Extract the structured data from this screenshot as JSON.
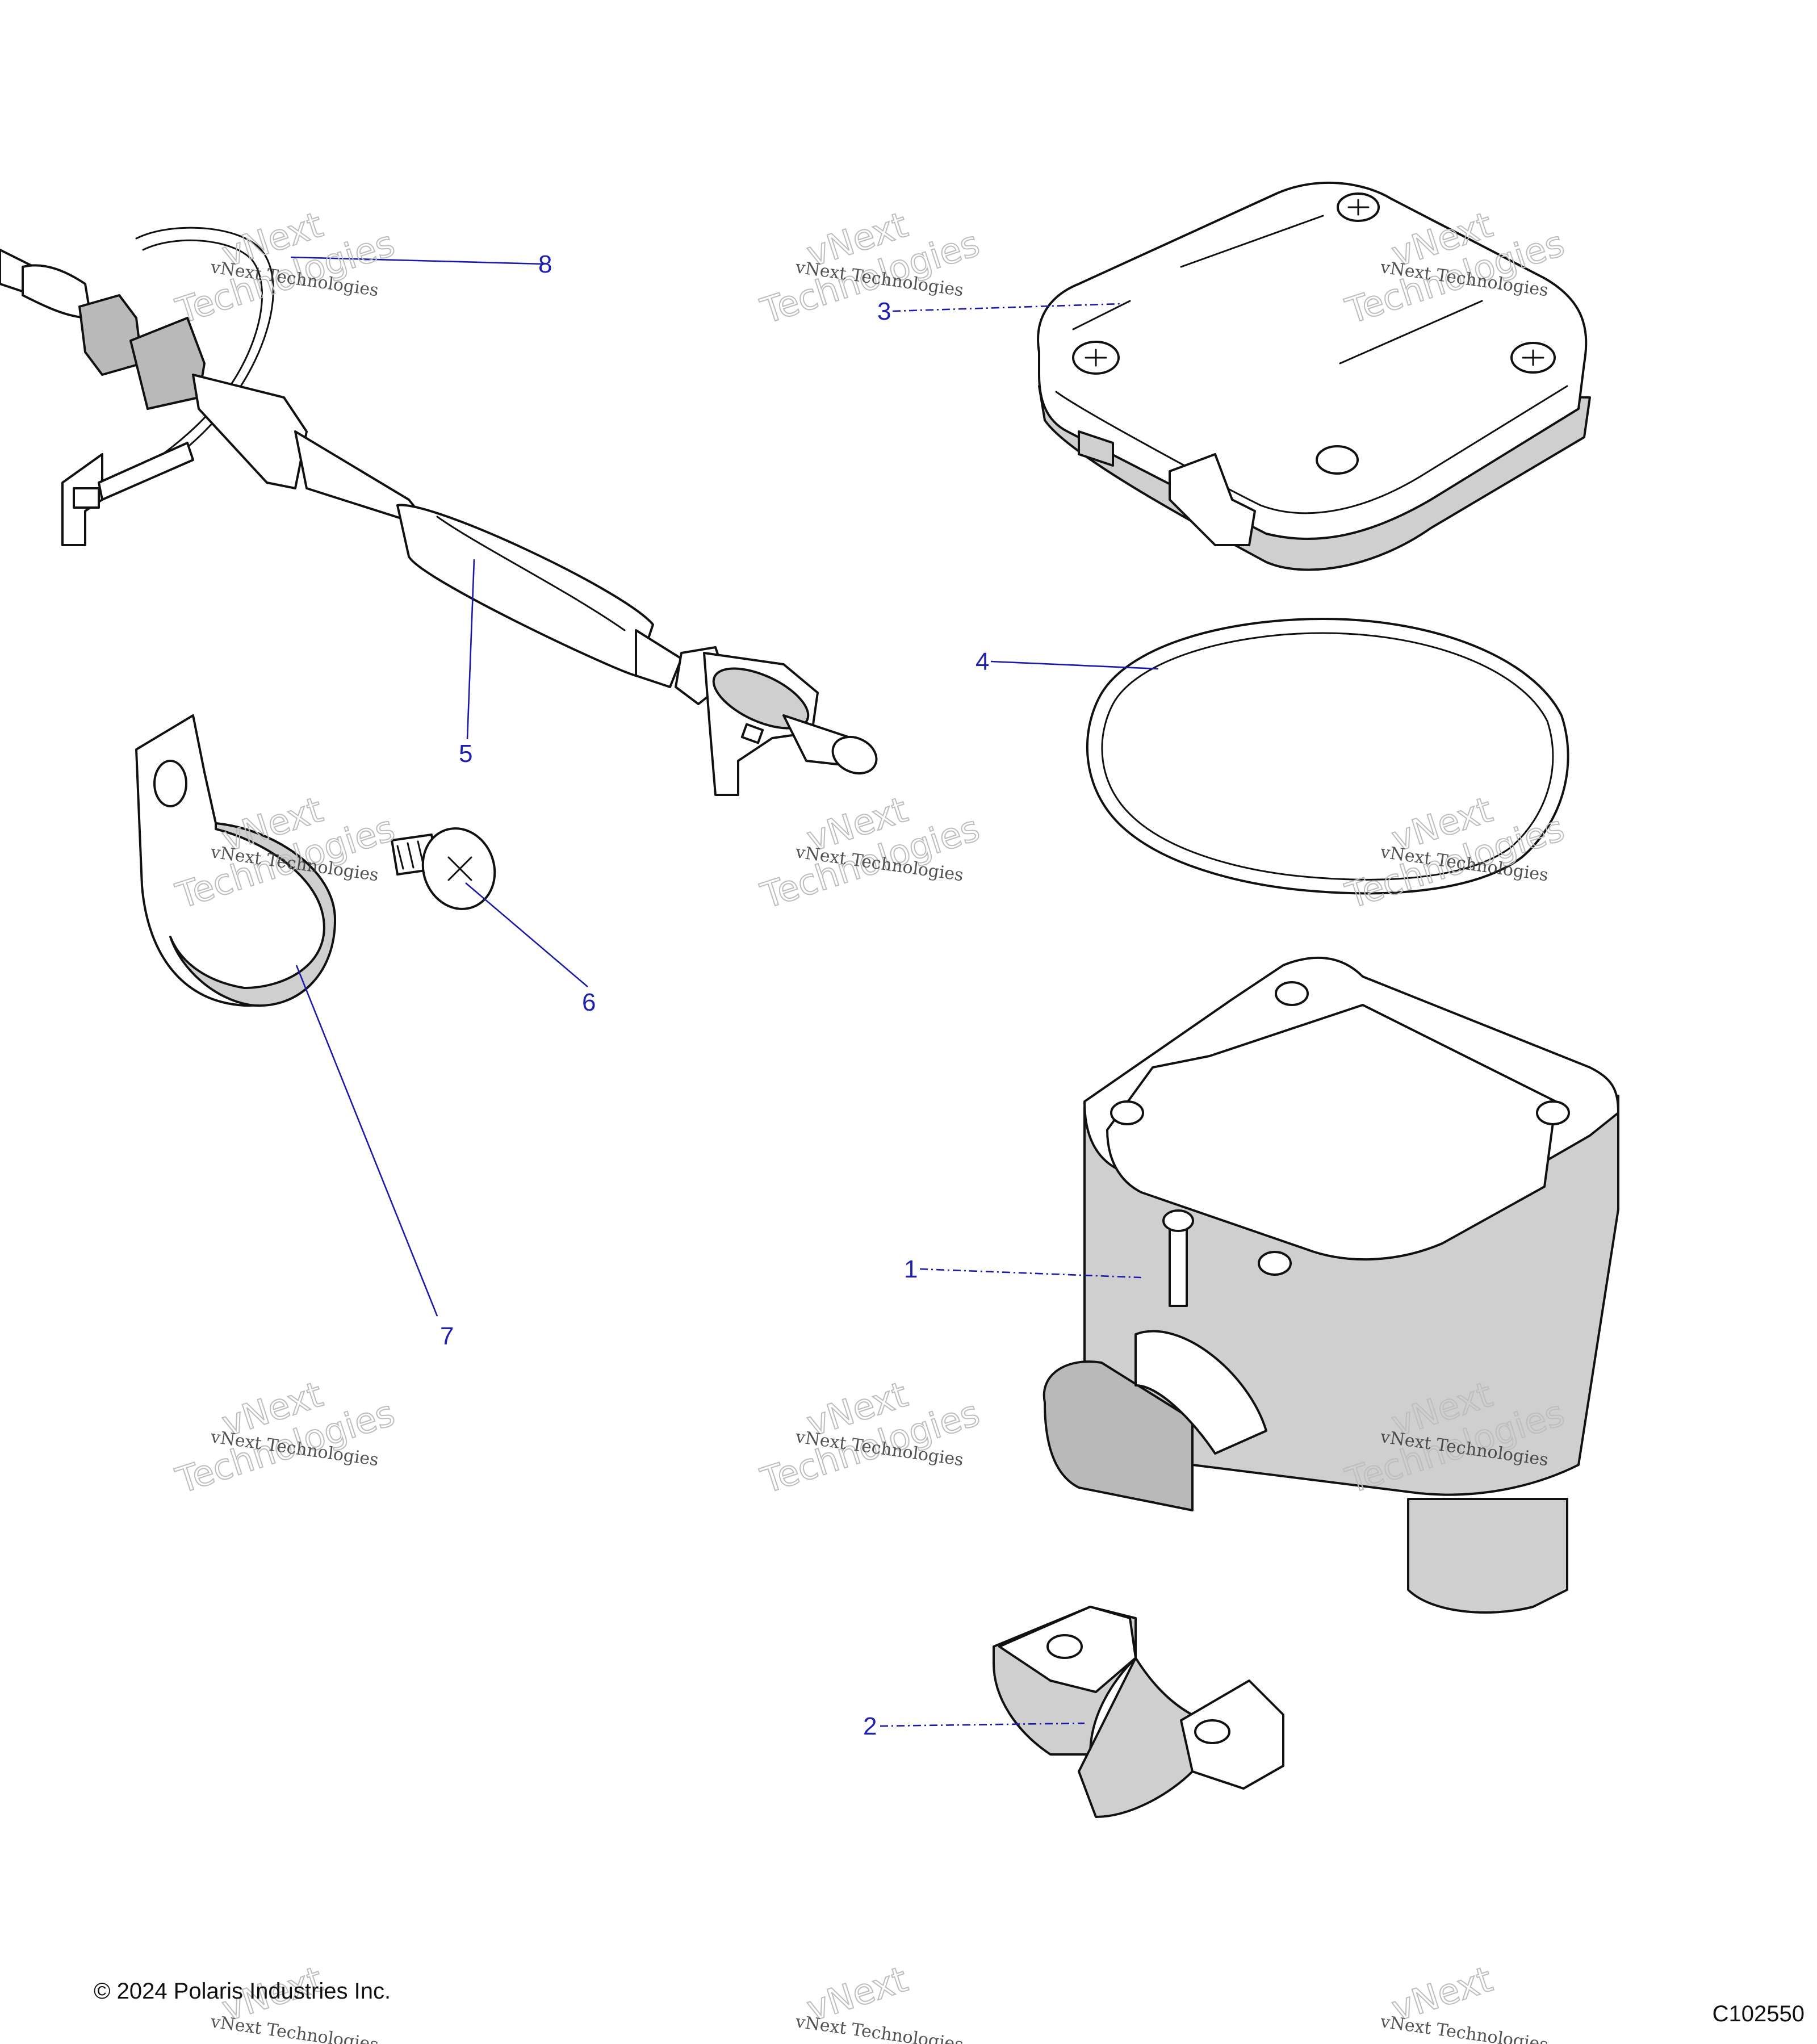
{
  "callouts": [
    {
      "id": "1",
      "label": "1"
    },
    {
      "id": "2",
      "label": "2"
    },
    {
      "id": "3",
      "label": "3"
    },
    {
      "id": "4",
      "label": "4"
    },
    {
      "id": "5",
      "label": "5"
    },
    {
      "id": "6",
      "label": "6"
    },
    {
      "id": "7",
      "label": "7"
    },
    {
      "id": "8",
      "label": "8"
    }
  ],
  "watermark": {
    "line1": "vNext Technologies",
    "line2": "vNext",
    "line3": "Technologies"
  },
  "footer": {
    "copyright": "© 2024 Polaris Industries Inc.",
    "diagram_code": "C102550"
  },
  "colors": {
    "callout": "#1f1fb0",
    "line": "#111111",
    "shade": "#cfcfcf"
  }
}
